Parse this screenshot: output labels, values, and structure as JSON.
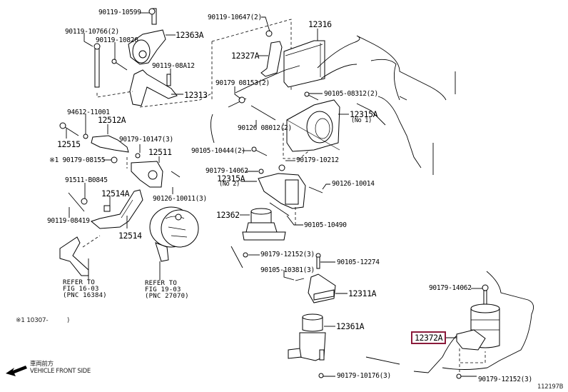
{
  "diagram": {
    "figure_id": "112197B",
    "footnote": "※1 10307-",
    "footnote_suffix": ")",
    "front_indicator": {
      "jp": "車両前方",
      "en": "VEHICLE FRONT SIDE",
      "icon": "arrow-left-icon"
    },
    "highlighted_part": "12372A",
    "highlight_color": "#8b1a3a",
    "labels": {
      "p90119_10599": "90119-10599",
      "p90119_10766": "90119-10766(2)",
      "p90119_10820": "90119-10820",
      "p12363A": "12363A",
      "p90119_08A12": "90119-08A12",
      "p12313": "12313",
      "p90119_10647": "90119-10647(2)",
      "p12316": "12316",
      "p12327A": "12327A",
      "p90179_08153": "90179 08153(2)",
      "p90105_08312": "90105-08312(2)",
      "p12315A_no1": "12315A",
      "p12315A_no1_sub": "(No 1)",
      "p90126_08012": "90126 08012(2)",
      "p94612_11001": "94612-11001",
      "p12512A": "12512A",
      "p12515": "12515",
      "p90179_10147": "90179-10147(3)",
      "p12511": "12511",
      "p90179_08155": "※1 90179-08155",
      "p90105_10444": "90105-10444(2)",
      "p90179_10212": "90179-10212",
      "p90179_14062_a": "90179-14062",
      "p12315A_no2": "12315A",
      "p12315A_no2_sub": "(No 2)",
      "p90126_10014": "90126-10014",
      "p91511_B0845": "91511-B0845",
      "p12514A": "12514A",
      "p90126_10011": "90126-10011(3)",
      "p90119_08419": "90119-08419",
      "p12514": "12514",
      "p12362": "12362",
      "p90105_10490": "90105-10490",
      "p90179_12152_a": "90179-12152(3)",
      "p90105_12274": "90105-12274",
      "p90105_10381": "90105-10381(3)",
      "p12311A": "12311A",
      "p12361A": "12361A",
      "p90179_10176": "90179-10176(3)",
      "p90179_14062_b": "90179-14062",
      "p12372A": "12372A",
      "p90179_12152_b": "90179-12152(3)"
    },
    "refer_notes": [
      {
        "line1": "REFER TO",
        "line2": "FIG 16-03",
        "line3": "(PNC 16384)"
      },
      {
        "line1": "REFER TO",
        "line2": "FIG 19-03",
        "line3": "(PNC 27070)"
      }
    ]
  }
}
